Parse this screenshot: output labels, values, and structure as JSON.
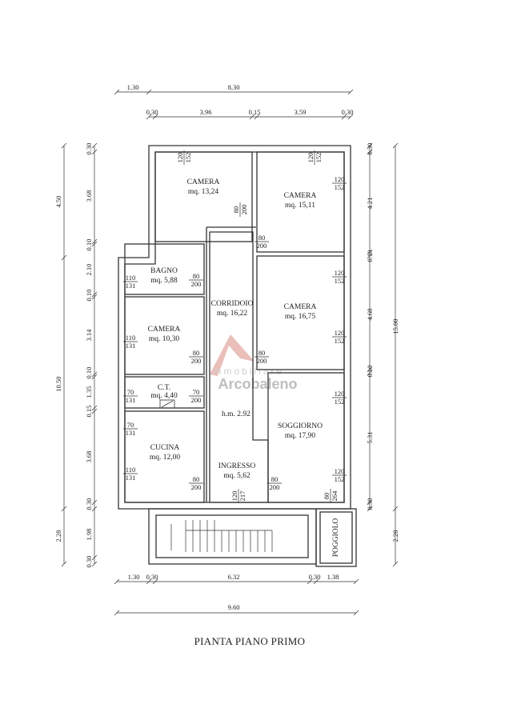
{
  "title": "PIANTA PIANO PRIMO",
  "watermark": {
    "small": "immobiliare",
    "brand": "Arcobaleno",
    "brand_color": "#9a9a9a",
    "accent_color": "#c0392b"
  },
  "height_note": "h.m. 2.92",
  "rooms": [
    {
      "name": "CAMERA",
      "area": "mq. 13,24"
    },
    {
      "name": "CAMERA",
      "area": "mq. 15,11"
    },
    {
      "name": "BAGNO",
      "area": "mq. 5,88"
    },
    {
      "name": "CORRIDOIO",
      "area": "mq. 16,22"
    },
    {
      "name": "CAMERA",
      "area": "mq. 16,75"
    },
    {
      "name": "CAMERA",
      "area": "mq. 10,30"
    },
    {
      "name": "C.T.",
      "area": "mq. 4,40"
    },
    {
      "name": "SOGGIORNO",
      "area": "mq. 17,90"
    },
    {
      "name": "CUCINA",
      "area": "mq. 12,00"
    },
    {
      "name": "INGRESSO",
      "area": "mq. 5,62"
    },
    {
      "name": "POGGIOLO",
      "area": ""
    }
  ],
  "openings": [
    {
      "w": "120",
      "h": "152"
    },
    {
      "w": "120",
      "h": "152"
    },
    {
      "w": "80",
      "h": "200"
    },
    {
      "w": "120",
      "h": "152"
    },
    {
      "w": "80",
      "h": "200"
    },
    {
      "w": "110",
      "h": "131"
    },
    {
      "w": "80",
      "h": "200"
    },
    {
      "w": "120",
      "h": "152"
    },
    {
      "w": "110",
      "h": "131"
    },
    {
      "w": "80",
      "h": "200"
    },
    {
      "w": "120",
      "h": "152"
    },
    {
      "w": "80",
      "h": "200"
    },
    {
      "w": "70",
      "h": "131"
    },
    {
      "w": "70",
      "h": "200"
    },
    {
      "w": "120",
      "h": "152"
    },
    {
      "w": "70",
      "h": "131"
    },
    {
      "w": "110",
      "h": "131"
    },
    {
      "w": "80",
      "h": "200"
    },
    {
      "w": "120",
      "h": "217"
    },
    {
      "w": "80",
      "h": "200"
    },
    {
      "w": "120",
      "h": "152"
    },
    {
      "w": "80",
      "h": "264"
    }
  ],
  "dimensions": {
    "top_overall": [
      "1.30",
      "8.30"
    ],
    "top_detail": [
      "0.30",
      "3.96",
      "0.15",
      "3.59",
      "0.30"
    ],
    "bottom_detail": [
      "1.30",
      "0.30",
      "6.32",
      "0.30",
      "1.38"
    ],
    "bottom_overall": [
      "9.60"
    ],
    "left_detail": [
      "0.30",
      "3.68",
      "0.10",
      "2.10",
      "0.10",
      "3.14",
      "0.10",
      "1.35",
      "0.15",
      "3.68",
      "0.30",
      "1.98",
      "0.30"
    ],
    "left_overall": [
      "4.50",
      "10.50",
      "2.28"
    ],
    "right_detail": [
      "0.30",
      "4.21",
      "0.10",
      "4.68",
      "0.10",
      "5.31",
      "0.30"
    ],
    "right_overall": [
      "15.00",
      "2.28"
    ]
  }
}
